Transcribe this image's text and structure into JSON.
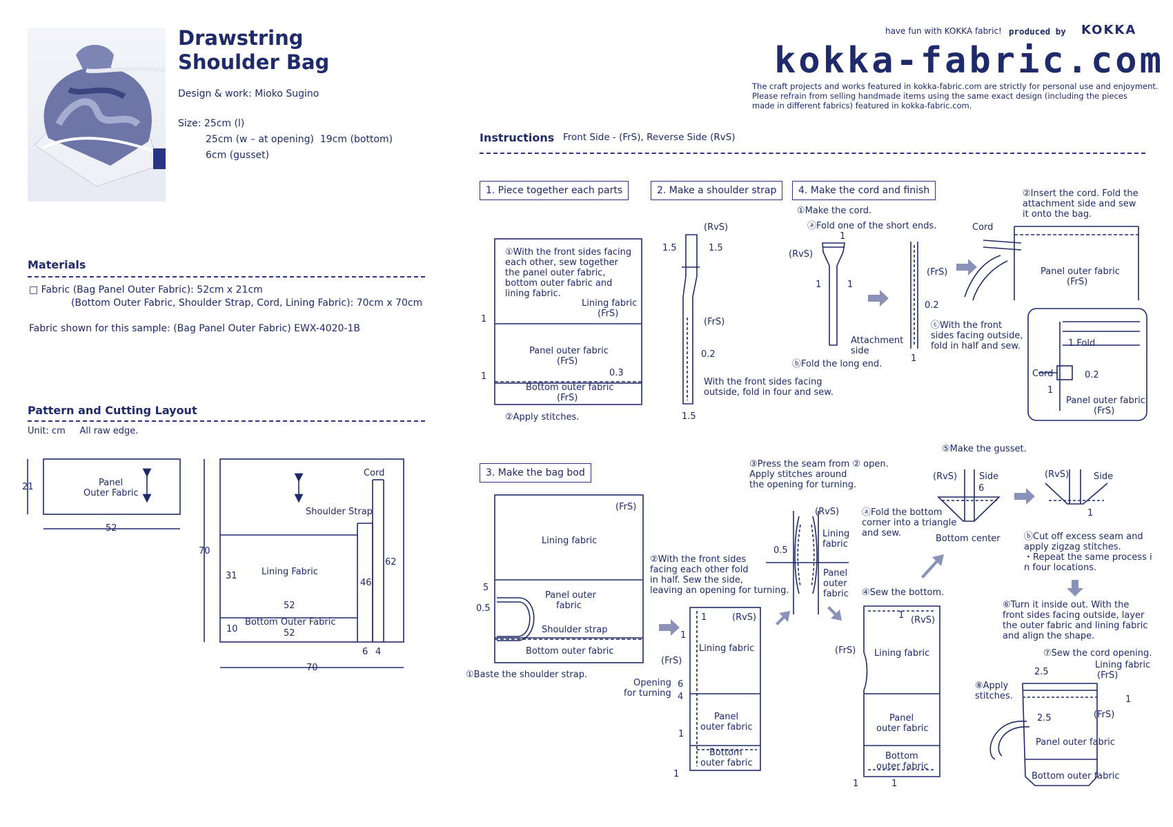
{
  "header": {
    "title_line1": "Drawstring",
    "title_line2": "Shoulder Bag",
    "design": "Design & work: Mioko Sugino",
    "size_label": "Size: 25cm (l)",
    "size_line2": "25cm (w – at opening)  19cm (bottom)",
    "size_line3": "6cm (gusset)"
  },
  "brand": {
    "tagline": "have fun with KOKKA fabric!",
    "produced": "produced by",
    "produced_name": "KOKKA",
    "logo": "kokka-fabric.com",
    "notice1": "The craft projects and works featured in kokka-fabric.com are strictly for personal use and enjoyment.",
    "notice2": "Please refrain from selling handmade items using the same exact design (including the pieces",
    "notice3": "made in different fabrics) featured in kokka-fabric.com."
  },
  "materials": {
    "heading": "Materials",
    "line1": "□ Fabric (Bag Panel Outer Fabric): 52cm x 21cm",
    "line2": "(Bottom Outer Fabric, Shoulder Strap, Cord, Lining Fabric): 70cm x 70cm",
    "line3": "Fabric shown for this sample: (Bag Panel Outer Fabric) EWX-4020-1B"
  },
  "pattern": {
    "heading": "Pattern and Cutting Layout",
    "unit": "Unit: cm     All raw edge.",
    "panel_label1": "Panel",
    "panel_label2": "Outer Fabric",
    "panel_h": "21",
    "panel_w": "52",
    "big_h": "70",
    "big_w": "70",
    "cord": "Cord",
    "strap": "Shoulder Strap",
    "lining": "Lining Fabric",
    "bottom": "Bottom Outer Fabric",
    "d31": "31",
    "d52a": "52",
    "d52b": "52",
    "d10": "10",
    "d46": "46",
    "d62": "62",
    "d6": "6",
    "d4": "4"
  },
  "instructions": {
    "heading": "Instructions",
    "legend": "Front Side - (FrS), Reverse Side (RvS)"
  },
  "step1": {
    "label": "1. Piece together each parts",
    "note1": "①With the front sides facing",
    "note2": "each other, sew together",
    "note3": "the panel outer fabric,",
    "note4": "bottom outer fabric and",
    "note5": "lining fabric.",
    "lining": "Lining fabric",
    "lining_frs": "(FrS)",
    "panel": "Panel outer fabric",
    "panel_frs": "(FrS)",
    "bottom": "Bottom outer fabric",
    "bottom_frs": "(FrS)",
    "d1a": "1",
    "d1b": "1",
    "d03": "0.3",
    "stitch": "②Apply stitches."
  },
  "step2": {
    "label": "2. Make a shoulder strap",
    "rvs": "(RvS)",
    "d15a": "1.5",
    "d15b": "1.5",
    "frs": "(FrS)",
    "d02": "0.2",
    "note1": "With the front sides facing",
    "note2": "outside, fold in four and sew.",
    "d15c": "1.5"
  },
  "step4": {
    "label": "4. Make the cord and finish",
    "make": "①Make the cord.",
    "fold_a": "ⓐFold one of the short ends.",
    "d1a": "1",
    "rvs": "(RvS)",
    "d1b": "1",
    "d1c": "1",
    "attach1": "Attachment",
    "attach2": "side",
    "fold_b": "ⓑFold the long end.",
    "frs": "(FrS)",
    "d02": "0.2",
    "fold_c1": "ⓒWith the front",
    "fold_c2": "sides facing outside,",
    "fold_c3": "fold in half and sew.",
    "d1d": "1",
    "insert1": "②Insert the cord. Fold the",
    "insert2": "attachment side and sew",
    "insert3": "it onto the bag.",
    "cord": "Cord",
    "panel": "Panel outer fabric",
    "panel_frs": "(FrS)",
    "detail_fold": "1 Fold",
    "detail_cord": "Cord",
    "detail_02": "0.2",
    "detail_1": "1",
    "detail_panel": "Panel outer fabric",
    "detail_frs": "(FrS)"
  },
  "step3": {
    "label": "3. Make the bag bod",
    "frs": "(FrS)",
    "lining": "Lining fabric",
    "panel1": "Panel outer",
    "panel2": "fabric",
    "strap": "Shoulder strap",
    "bottom": "Bottom outer fabric",
    "d5": "5",
    "d05": "0.5",
    "baste": "①Baste the shoulder strap.",
    "fold1": "②With the front sides",
    "fold2": "facing each other fold",
    "fold3": "in half. Sew the side,",
    "fold4": "leaving an opening for turning.",
    "b_d1": "1",
    "b_rvs": "(RvS)",
    "b_d1b": "1",
    "b_lining": "Lining fabric",
    "b_frs": "(FrS)",
    "b_open1": "Opening",
    "b_open2": "for turning",
    "b_d6": "6",
    "b_d4": "4",
    "b_panel1": "Panel",
    "b_panel2": "outer fabric",
    "b_d1c": "1",
    "b_bottom1": "Bottom",
    "b_bottom2": "outer fabric",
    "b_d1d": "1",
    "press1": "③Press the seam from ② open.",
    "press2": "Apply stitches around",
    "press3": "the opening for turning.",
    "p_rvs": "(RvS)",
    "p_lining1": "Lining",
    "p_lining2": "fabric",
    "p_d05": "0.5",
    "p_panel1": "Panel",
    "p_panel2": "outer",
    "p_panel3": "fabric",
    "sewb": "④Sew the bottom.",
    "c_d1": "1",
    "c_rvs": "(RvS)",
    "c_frs": "(FrS)",
    "c_lining": "Lining fabric",
    "c_panel1": "Panel",
    "c_panel2": "outer fabric",
    "c_bottom1": "Bottom",
    "c_bottom2": "outer fabric",
    "c_d1b": "1",
    "c_d1c": "1",
    "gusset": "⑤Make the gusset.",
    "g_rvs": "(RvS)",
    "g_side": "Side",
    "g_d6": "6",
    "g_fold1": "ⓐFold the bottom",
    "g_fold2": "corner into a triangle",
    "g_fold3": "and sew.",
    "g_center": "Bottom center",
    "g2_rvs": "(RvS)",
    "g2_side": "Side",
    "g2_d1": "1",
    "cut1": "ⓑCut off excess seam and",
    "cut2": "apply zigzag stitches.",
    "cut3": "・Repeat the same process i",
    "cut4": "n four locations.",
    "turn1": "⑥Turn it inside out. With the",
    "turn2": "front sides facing outside, layer",
    "turn3": "the outer fabric and lining fabric",
    "turn4": "and align the shape.",
    "sewcord": "⑦Sew the cord opening.",
    "f_lining": "Lining fabric",
    "f_lining_frs": "(FrS)",
    "f_d25a": "2.5",
    "f_apply1": "⑧Apply",
    "f_apply2": "stitches.",
    "f_d1": "1",
    "f_d25b": "2.5",
    "f_frs": "(FrS)",
    "f_panel": "Panel outer fabric",
    "f_bottom": "Bottom outer fabric"
  },
  "colors": {
    "ink": "#1f2a6b",
    "arrow": "#8a92b8"
  }
}
